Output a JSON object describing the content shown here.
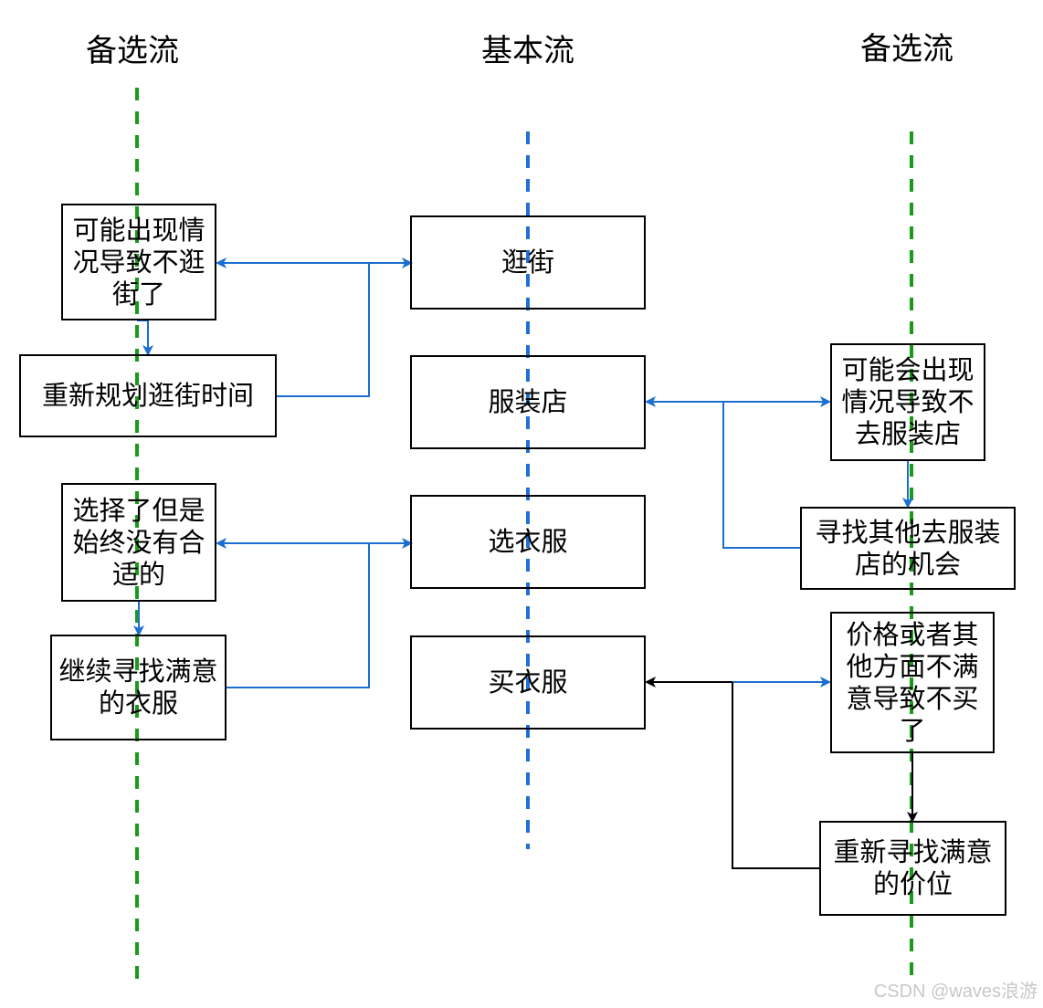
{
  "headers": {
    "left": "备选流",
    "center": "基本流",
    "right": "备选流"
  },
  "boxes": {
    "l1": "可能出现情况导致不逛街了",
    "l2": "重新规划逛街时间",
    "l3": "选择了但是始终没有合适的",
    "l4": "继续寻找满意的衣服",
    "c1": "逛街",
    "c2": "服装店",
    "c3": "选衣服",
    "c4": "买衣服",
    "r1": "可能会出现情况导致不去服装店",
    "r2": "寻找其他去服装店的机会",
    "r3": "价格或者其他方面不满意导致不买了",
    "r4": "重新寻找满意的价位"
  },
  "colors": {
    "alt_lane": "#1a9a1a",
    "basic_lane": "#1f6fd6",
    "flow_blue": "#1a6fd0",
    "flow_black": "#000000"
  },
  "watermark": "CSDN @waves浪游"
}
